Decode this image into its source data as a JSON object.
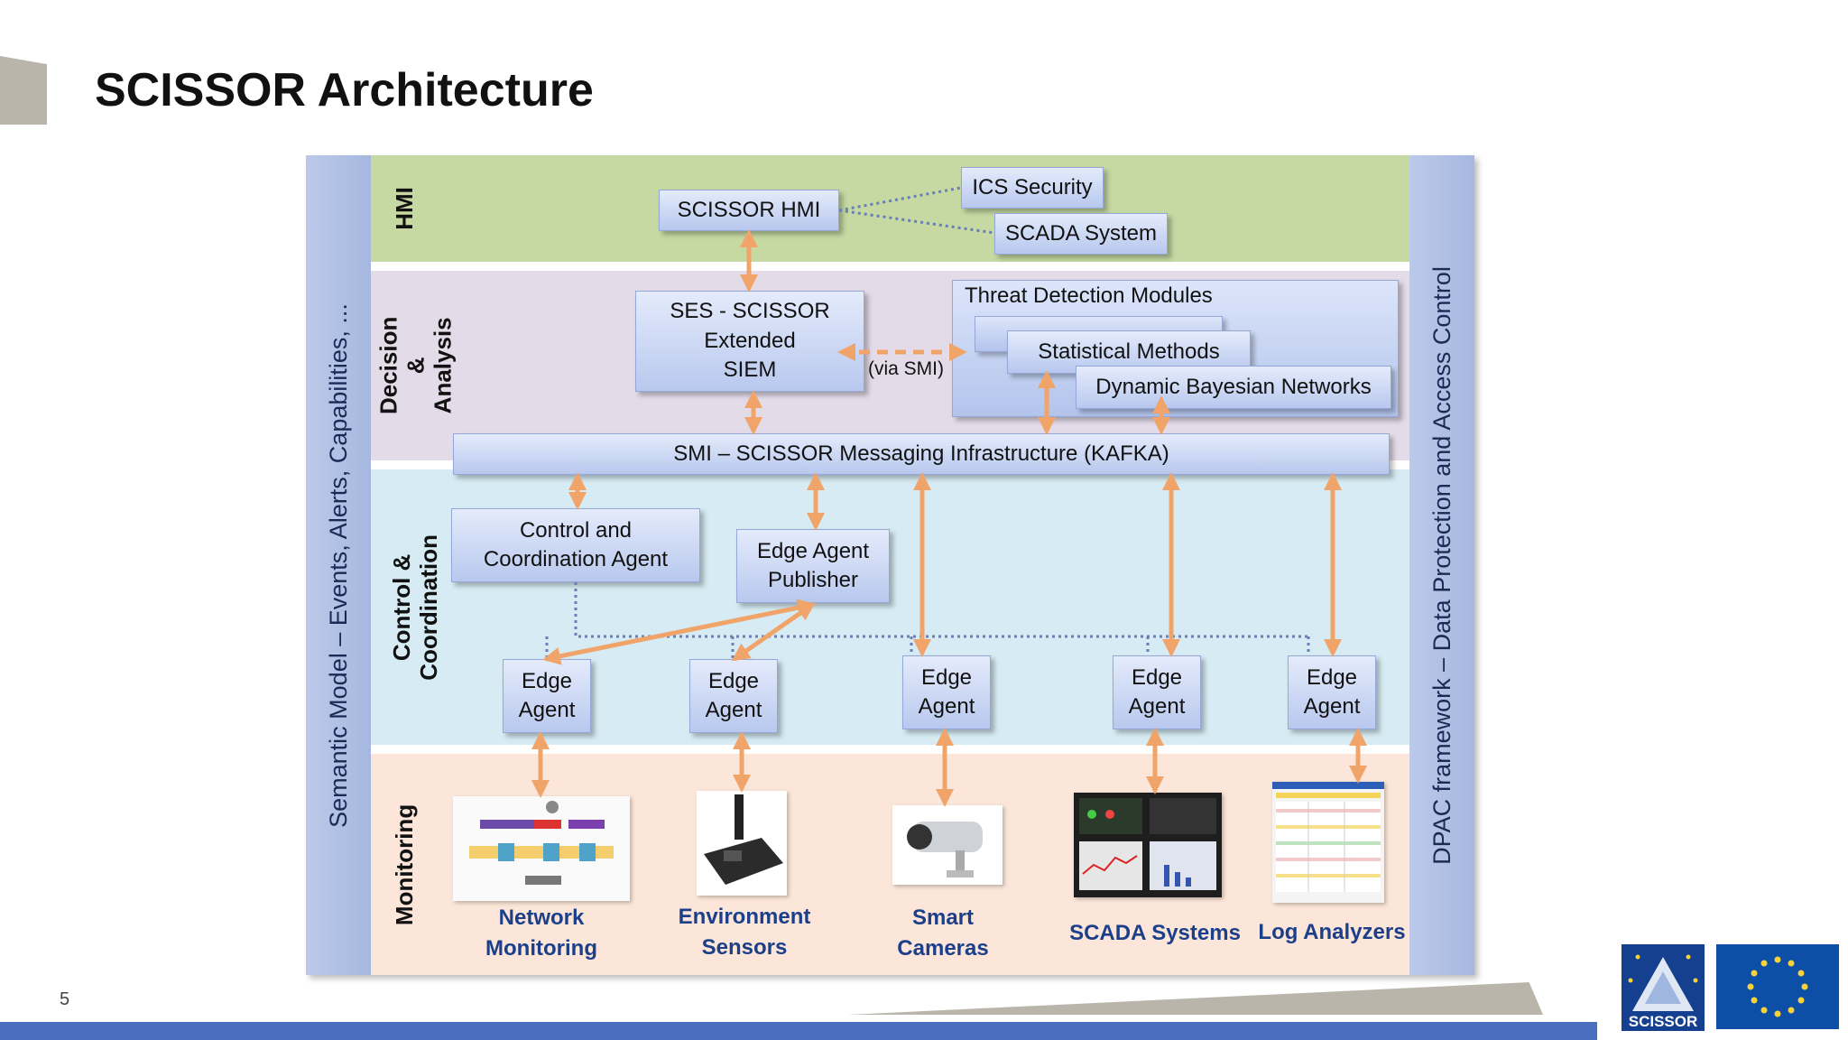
{
  "slide": {
    "title": "SCISSOR Architecture",
    "page_number": "5"
  },
  "side_labels": {
    "left": "Semantic Model  –  Events, Alerts, Capabilities, ...",
    "right": "DPAC framework  –  Data Protection and Access Control"
  },
  "layers": {
    "hmi": "HMI",
    "decision": "Decision &\nAnalysis",
    "control": "Control &\nCoordination",
    "monitoring": "Monitoring"
  },
  "hmi": {
    "scissor_hmi": "SCISSOR HMI",
    "ics_security": "ICS Security",
    "scada_system": "SCADA System"
  },
  "decision": {
    "ses": "SES - SCISSOR\nExtended\nSIEM",
    "via_smi": "(via SMI)",
    "threat_title": "Threat Detection Modules",
    "statistical": "Statistical Methods",
    "bayesian": "Dynamic Bayesian Networks"
  },
  "smi": {
    "label": "SMI – SCISSOR Messaging Infrastructure (KAFKA)"
  },
  "control": {
    "cca": "Control and\nCoordination Agent",
    "publisher": "Edge Agent\nPublisher",
    "edge_agents": [
      "Edge\nAgent",
      "Edge\nAgent",
      "Edge\nAgent",
      "Edge\nAgent",
      "Edge\nAgent"
    ]
  },
  "monitoring": {
    "labels": [
      "Network\nMonitoring",
      "Environment\nSensors",
      "Smart\nCameras",
      "SCADA Systems",
      "Log Analyzers"
    ]
  },
  "logos": {
    "scissor": "SCISSOR"
  },
  "colors": {
    "arrow": "#f0a46a",
    "hmi_band": "#c6d9a2",
    "decision_band": "#e3dbe8",
    "control_band": "#d6ebf3",
    "monitoring_band": "#fbe6d9",
    "footer_bar": "#4a6fbf",
    "eu_blue": "#0d4ea6"
  }
}
